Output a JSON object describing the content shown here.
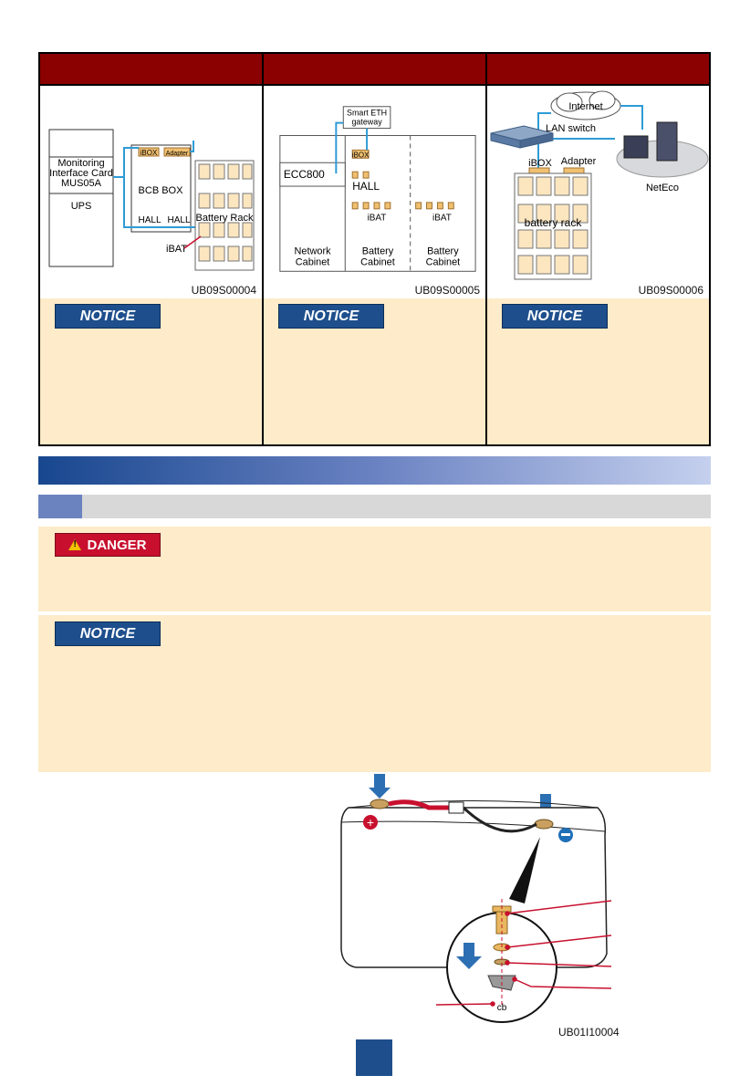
{
  "columns": [
    {
      "figure_id": "UB09S00004",
      "labels": {
        "monitoring_card": "Monitoring\nInterface Card\nMUS05A",
        "ups": "UPS",
        "ibox": "iBOX",
        "adapter": "Adapter",
        "bcb_box": "BCB BOX",
        "hall1": "HALL",
        "hall2": "HALL",
        "battery_rack": "Battery Rack",
        "ibat": "iBAT"
      },
      "notice": "NOTICE"
    },
    {
      "figure_id": "UB09S00005",
      "labels": {
        "gateway": "Smart ETH\ngateway",
        "ibox": "iBOX",
        "ecc800": "ECC800",
        "hall": "HALL",
        "ibat1": "iBAT",
        "ibat2": "iBAT",
        "network_cabinet": "Network\nCabinet",
        "battery_cabinet1": "Battery\nCabinet",
        "battery_cabinet2": "Battery\nCabinet"
      },
      "notice": "NOTICE"
    },
    {
      "figure_id": "UB09S00006",
      "labels": {
        "internet": "Internet",
        "lan_switch": "LAN switch",
        "ibox": "iBOX",
        "adapter": "Adapter",
        "battery_rack": "battery rack",
        "neteco": "NetEco"
      },
      "notice": "NOTICE"
    }
  ],
  "danger_label": "DANGER",
  "notice_label": "NOTICE",
  "battery_figure_id": "UB01I10004",
  "colors": {
    "header_red": "#8b0000",
    "note_bg": "#fdebc9",
    "notice_blue": "#1e4f8c",
    "danger_red": "#c8102e",
    "cable_blue": "#2e9bd6"
  }
}
